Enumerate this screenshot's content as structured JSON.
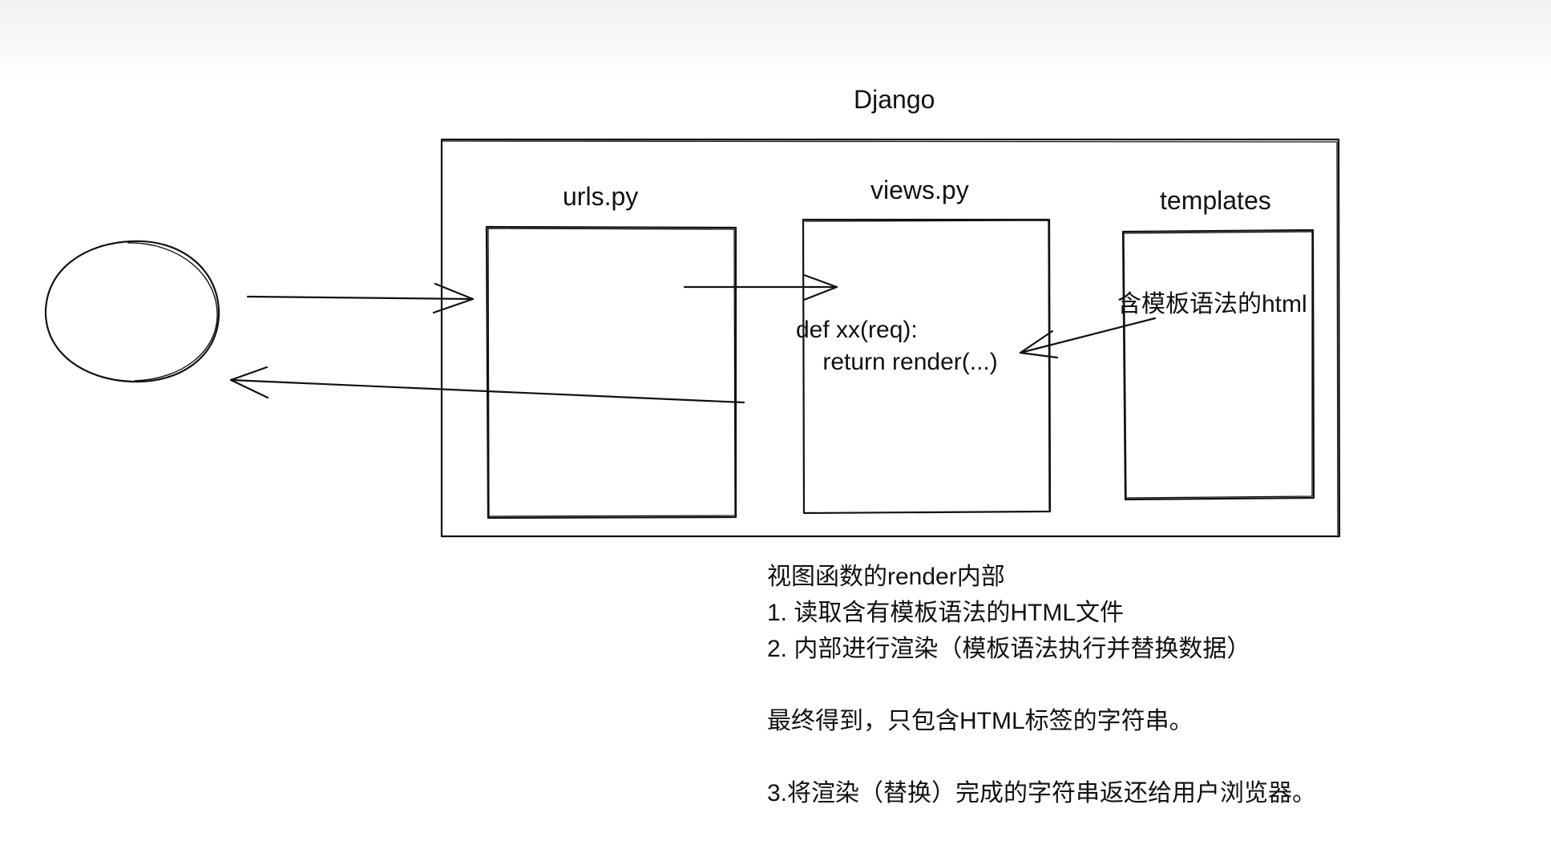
{
  "diagram": {
    "title": "Django",
    "boxes": {
      "urls": "urls.py",
      "views": "views.py",
      "templates": "templates"
    },
    "templates_content": "含模板语法的html",
    "views_code": [
      "def xx(req):",
      "    return render(...)"
    ],
    "notes": [
      "视图函数的render内部",
      "1. 读取含有模板语法的HTML文件",
      "2. 内部进行渲染（模板语法执行并替换数据）",
      "",
      "最终得到，只包含HTML标签的字符串。",
      "",
      "3.将渲染（替换）完成的字符串返还给用户浏览器。"
    ]
  }
}
